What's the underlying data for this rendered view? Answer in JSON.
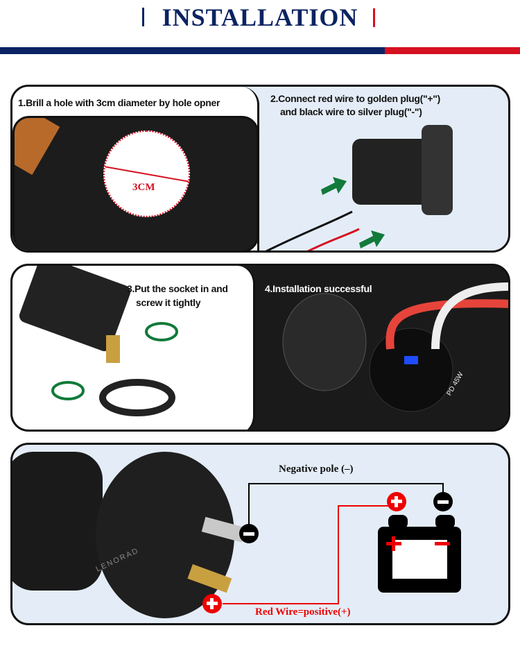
{
  "header": {
    "title": "INSTALLATION"
  },
  "steps": [
    {
      "text": "1.Brill a hole with 3cm diameter by hole opner",
      "measure": "3CM"
    },
    {
      "line1": "2.Connect red wire to golden plug(\"+\")",
      "line2": "and black wire to silver plug(\"-\")"
    },
    {
      "line1": "3.Put the socket in and",
      "line2": "screw it tightly"
    },
    {
      "text": "4.Installation successful",
      "port_label": "PD 45W"
    }
  ],
  "wiring": {
    "negative_label": "Negative pole (–)",
    "positive_label": "Red Wire=positive(+)",
    "brand": "LENORAD"
  },
  "colors": {
    "navy": "#0b2362",
    "red": "#d51020",
    "panel_bg": "#e4edf7",
    "arrow_green": "#127a3a"
  }
}
